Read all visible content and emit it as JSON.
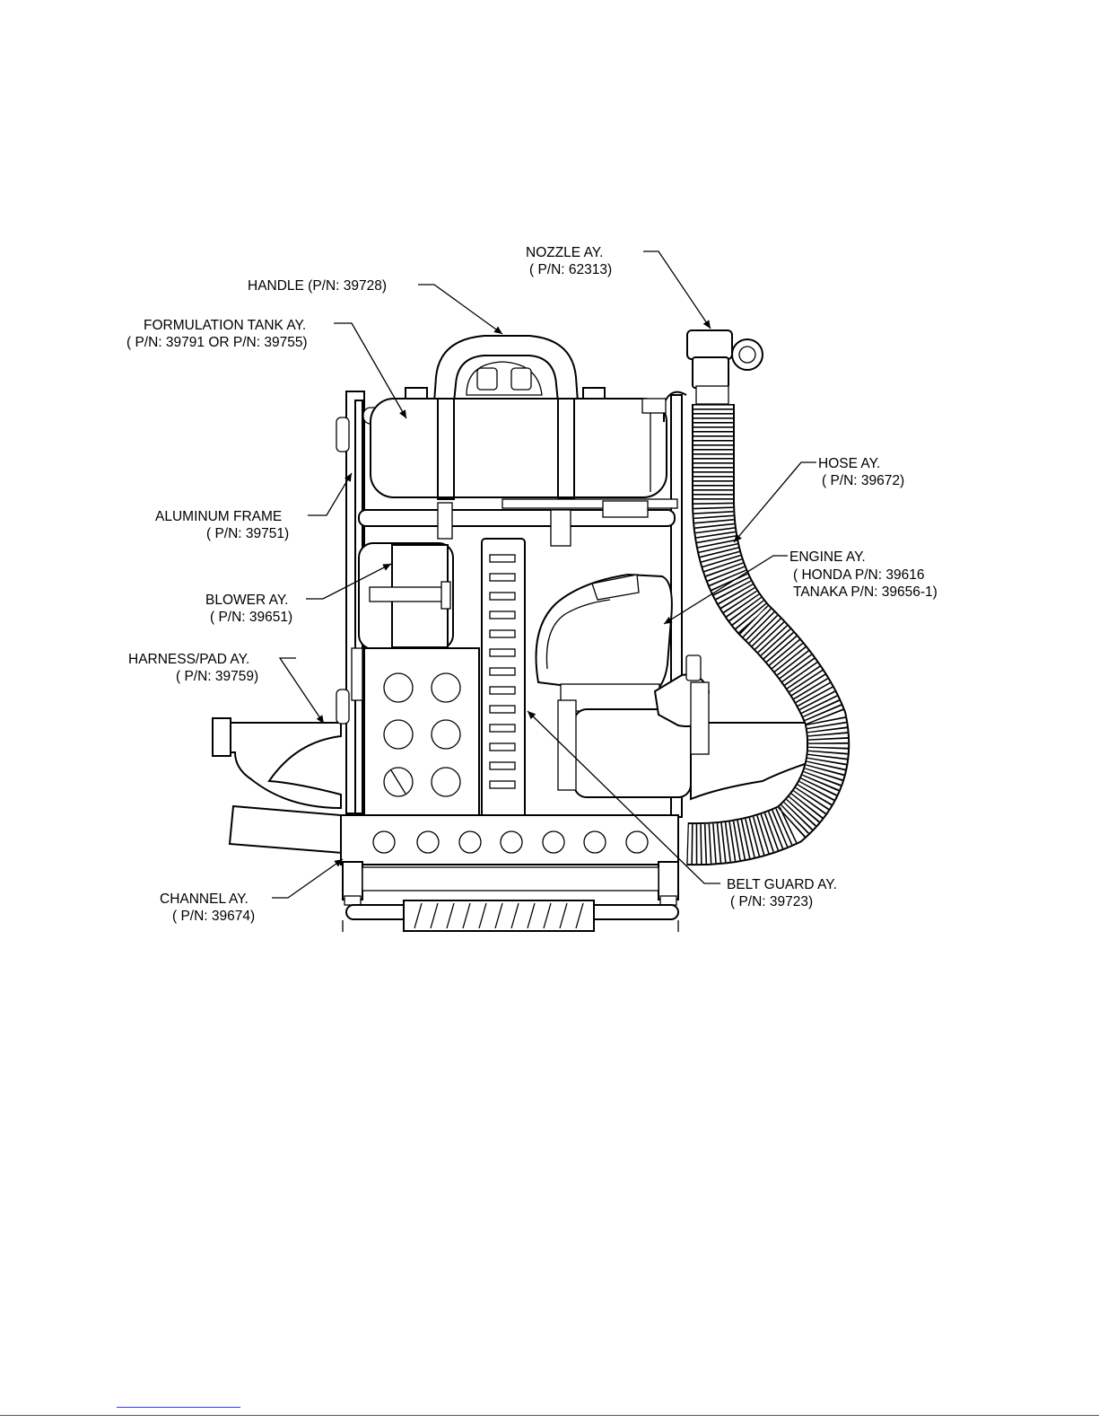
{
  "labels": {
    "nozzle": {
      "line1": "NOZZLE AY.",
      "line2": "( P/N: 62313)"
    },
    "handle": {
      "line1": "HANDLE   (P/N: 39728)"
    },
    "tank": {
      "line1": "FORMULATION TANK AY.",
      "line2": "( P/N: 39791 OR P/N: 39755)"
    },
    "hose": {
      "line1": "HOSE AY.",
      "line2": "( P/N: 39672)"
    },
    "frame": {
      "line1": "ALUMINUM FRAME",
      "line2": "( P/N: 39751)"
    },
    "engine": {
      "line1": "ENGINE AY.",
      "line2": "( HONDA P/N: 39616",
      "line3": "TANAKA P/N: 39656-1)"
    },
    "blower": {
      "line1": "BLOWER AY.",
      "line2": "( P/N: 39651)"
    },
    "harness": {
      "line1": "HARNESS/PAD AY.",
      "line2": "( P/N: 39759)"
    },
    "channel": {
      "line1": "CHANNEL AY.",
      "line2": "( P/N: 39674)"
    },
    "belt_guard": {
      "line1": "BELT GUARD AY.",
      "line2": "( P/N: 39723)"
    }
  }
}
